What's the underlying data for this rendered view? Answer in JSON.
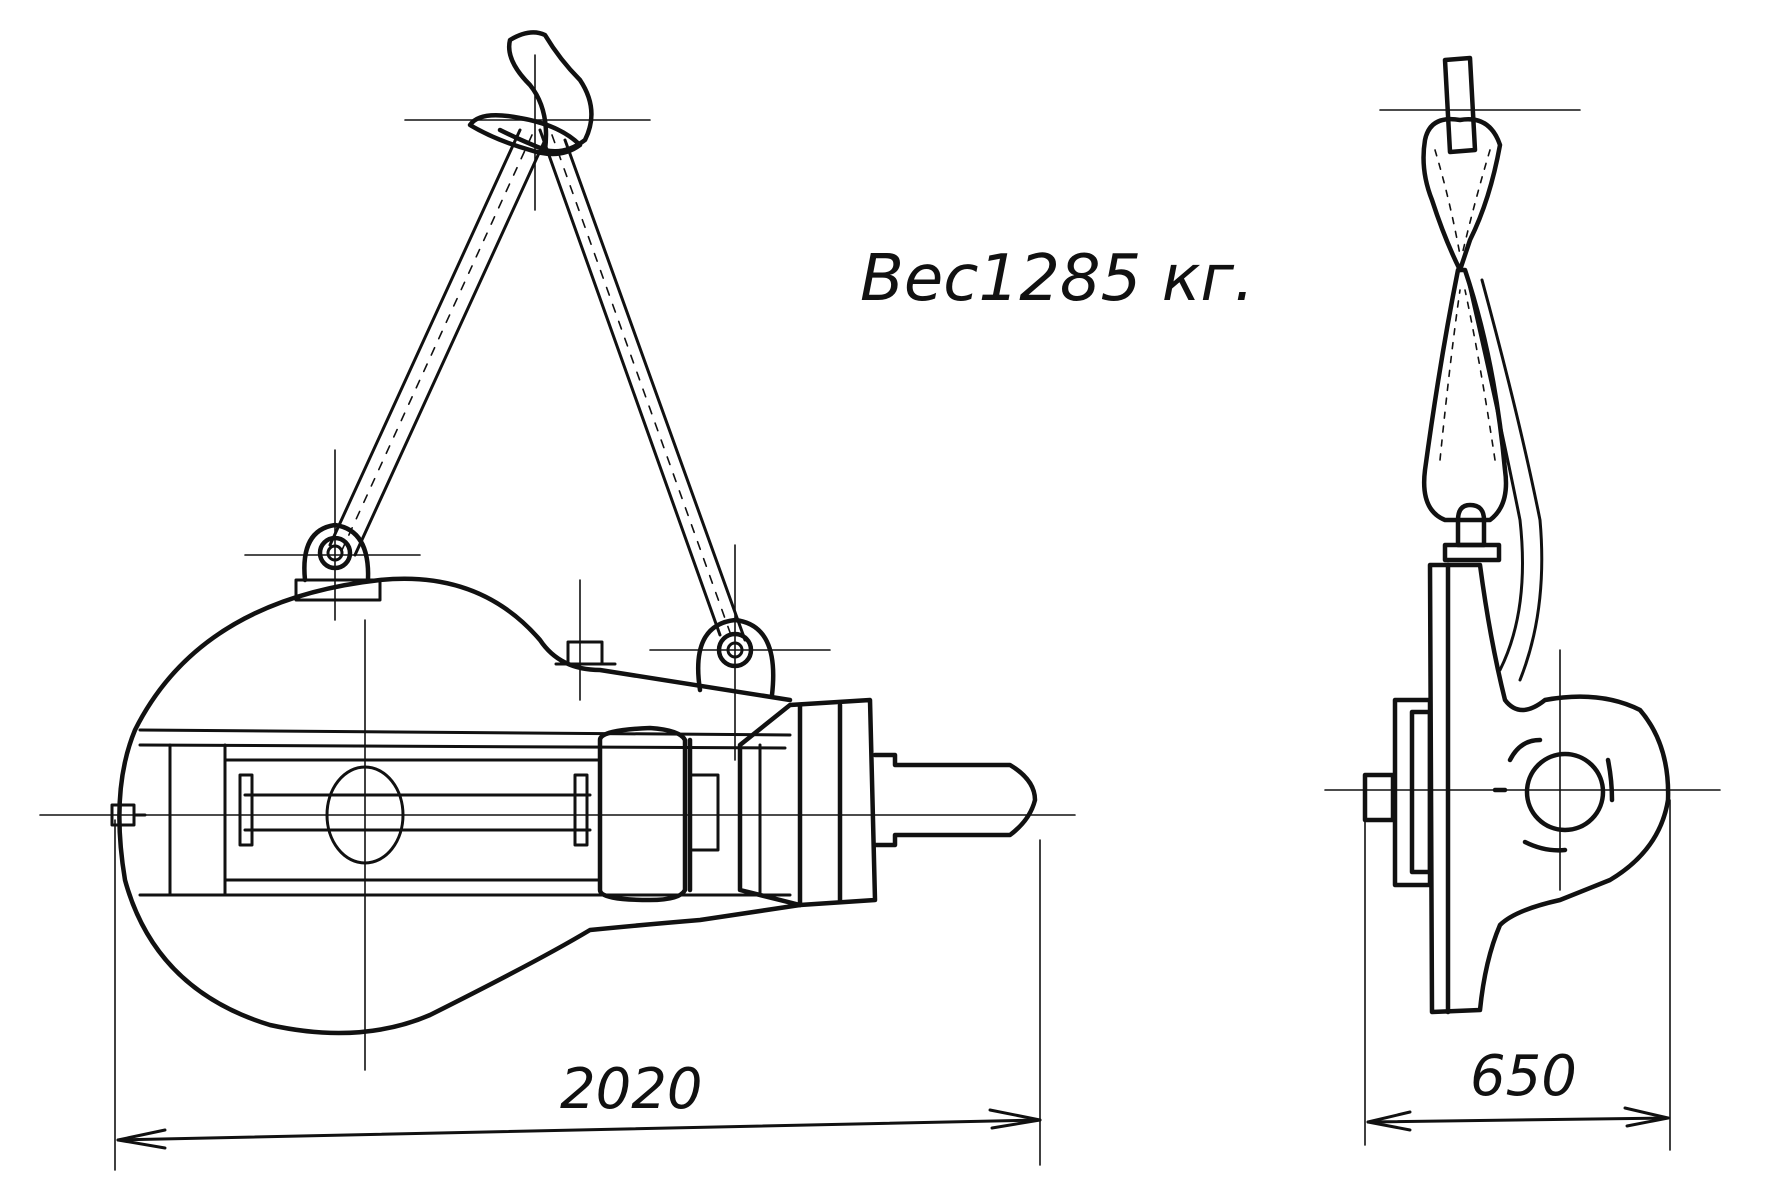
{
  "drawing": {
    "weight_label": "Вес1285 кг.",
    "dimension_length": "2020",
    "dimension_width": "650"
  },
  "colors": {
    "ink": "#111111",
    "paper": "#ffffff"
  }
}
